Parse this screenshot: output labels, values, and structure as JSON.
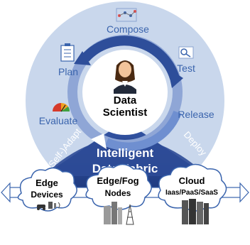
{
  "diagram": {
    "cycle_steps": {
      "compose": "Compose",
      "test": "Test",
      "release": "Release",
      "evaluate": "Evaluate",
      "plan": "Plan"
    },
    "center": {
      "line1": "Data",
      "line2": "Scientist"
    },
    "curve_labels": {
      "left": "(Self-)Adapt",
      "right": "Deploy"
    },
    "fabric": {
      "line1": "Intelligent",
      "line2": "Data Fabric"
    },
    "clouds": [
      {
        "line1": "Edge",
        "line2": "Devices"
      },
      {
        "line1": "Edge/Fog",
        "line2": "Nodes"
      },
      {
        "line1": "Cloud",
        "line2": "Iaas/PaaS/SaaS"
      }
    ],
    "colors": {
      "outer_circle": "#c9d7ec",
      "ring_dark": "#2e4e9a",
      "ring_light": "#8fa6d6",
      "fabric_fill": "#2d4b97",
      "label_blue": "#3a64ad",
      "center_fill": "#ffffff",
      "cloud_fill": "#ffffff"
    }
  }
}
